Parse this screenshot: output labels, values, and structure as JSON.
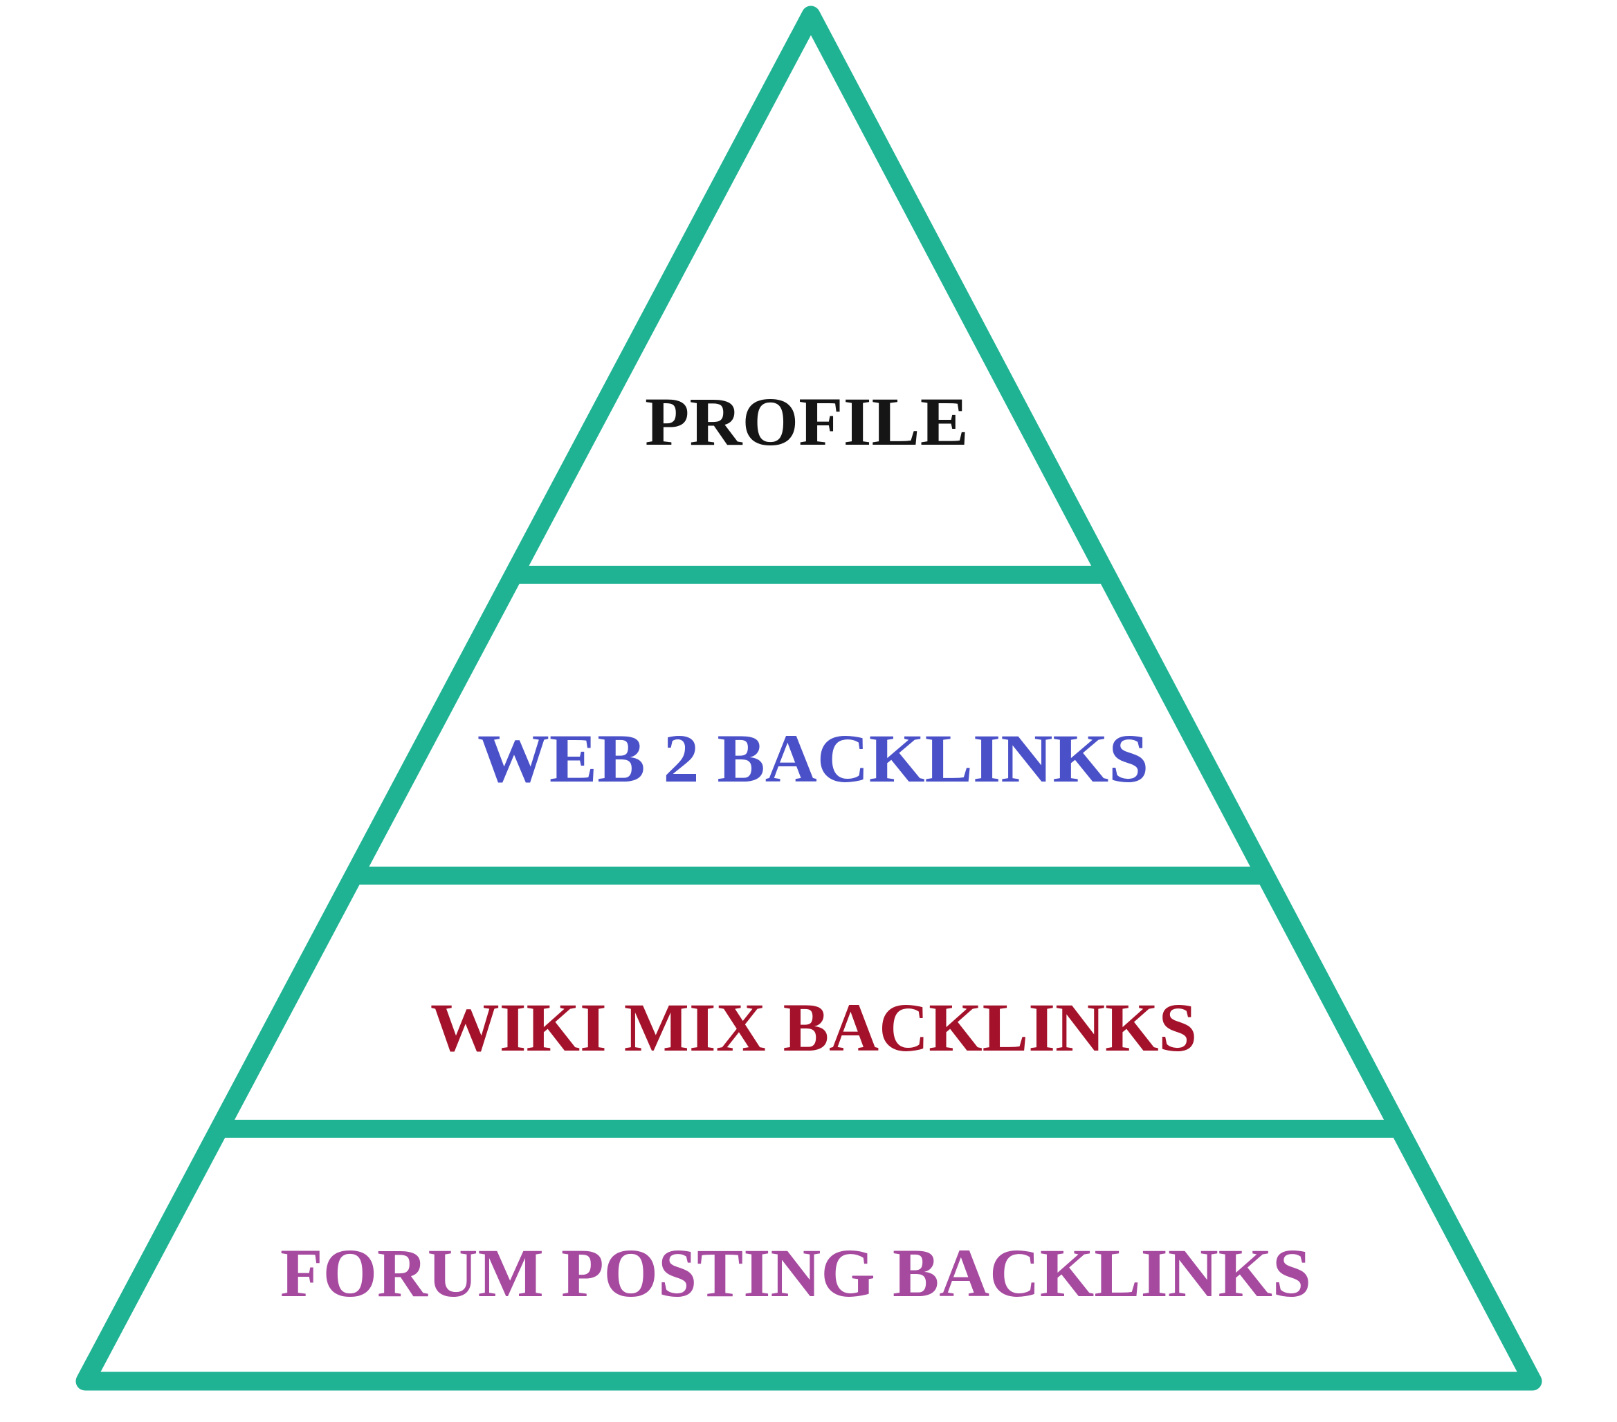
{
  "colors": {
    "outline": "#1fb394",
    "level1": "#151515",
    "level2": "#4a50c8",
    "level3": "#a3122a",
    "level4": "#a64a9f"
  },
  "levels": [
    {
      "label": "PROFILE"
    },
    {
      "label": "WEB 2 BACKLINKS"
    },
    {
      "label": "WIKI MIX BACKLINKS"
    },
    {
      "label": "FORUM POSTING BACKLINKS"
    }
  ]
}
